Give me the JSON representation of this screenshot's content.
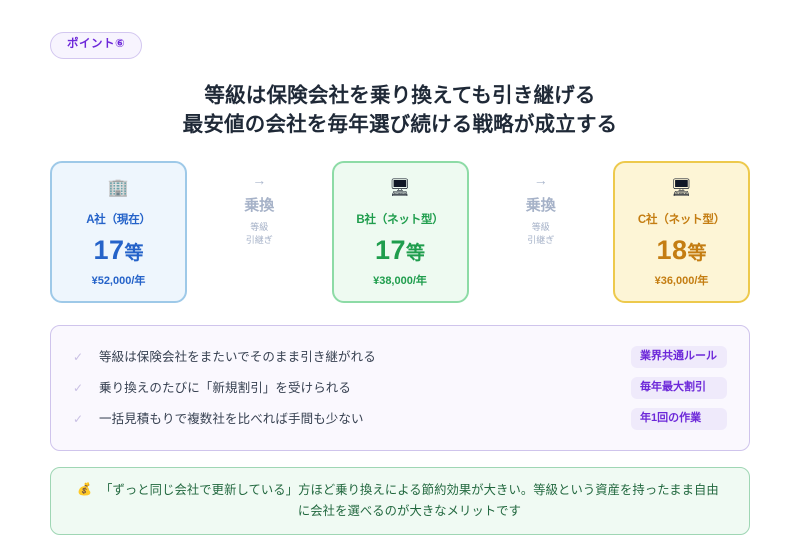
{
  "badge": {
    "label": "ポイント⑥"
  },
  "title": {
    "line1": "等級は保険会社を乗り換えても引き継げる",
    "line2": "最安値の会社を毎年選び続ける戦略が成立する"
  },
  "flow": {
    "cards": [
      {
        "icon": "🏢",
        "icon_name": "building-icon",
        "name": "A社（現在）",
        "grade_num": "17",
        "grade_unit": "等",
        "price": "¥52,000/年",
        "accent": "#2563c9",
        "border": "#9ec9e8",
        "background": "#eef6fd"
      },
      {
        "icon": "🖥",
        "icon_name": "monitor-icon",
        "name": "B社（ネット型）",
        "grade_num": "17",
        "grade_unit": "等",
        "price": "¥38,000/年",
        "accent": "#1f9d4d",
        "border": "#8ddba6",
        "background": "#eefaf1"
      },
      {
        "icon": "🖥",
        "icon_name": "monitor-icon",
        "name": "C社（ネット型）",
        "grade_num": "18",
        "grade_unit": "等",
        "price": "¥36,000/年",
        "accent": "#c47d12",
        "border": "#edc94c",
        "background": "#fdf5d6"
      }
    ],
    "connectors": [
      {
        "arrow": "→",
        "label": "乗換",
        "sub_line1": "等級",
        "sub_line2": "引継ぎ"
      },
      {
        "arrow": "→",
        "label": "乗換",
        "sub_line1": "等級",
        "sub_line2": "引継ぎ"
      }
    ]
  },
  "list": {
    "check_glyph": "✓",
    "rows": [
      {
        "text": "等級は保険会社をまたいでそのまま引き継がれる",
        "badge": "業界共通ルール"
      },
      {
        "text": "乗り換えのたびに「新規割引」を受けられる",
        "badge": "毎年最大割引"
      },
      {
        "text": "一括見積もりで複数社を比べれば手間も少ない",
        "badge": "年1回の作業"
      }
    ]
  },
  "note": {
    "icon": "💰",
    "text": "「ずっと同じ会社で更新している」方ほど乗り換えによる節約効果が大きい。等級という資産を持ったまま自由に会社を選べるのが大きなメリットです"
  }
}
